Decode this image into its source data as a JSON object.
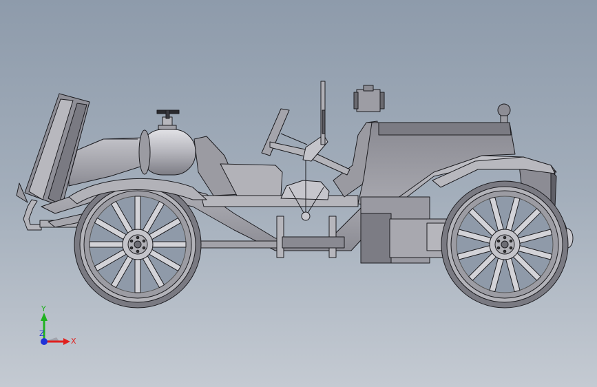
{
  "viewport": {
    "background_top": "#8e9bab",
    "background_bottom": "#c4cad2"
  },
  "model": {
    "body_fill": "#a7a7ae",
    "body_dark": "#6e6e76",
    "edge_color": "#1c1c20"
  },
  "triad": {
    "x_label": "X",
    "y_label": "Y",
    "z_label": "Z",
    "x_color": "#e0201e",
    "y_color": "#1fb21f",
    "z_color": "#2033d8"
  }
}
